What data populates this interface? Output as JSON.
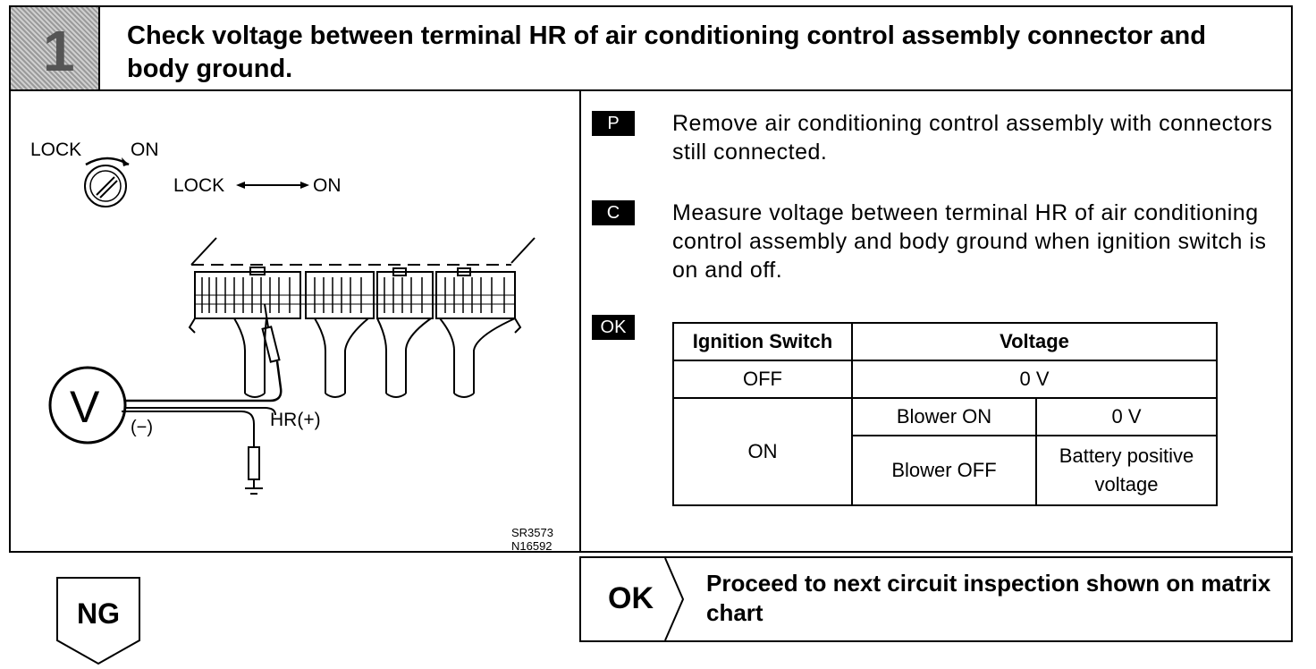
{
  "header": {
    "step_number": "1",
    "title": "Check voltage between terminal HR of air conditioning control assembly connector and body ground."
  },
  "diagram": {
    "lock_label": "LOCK",
    "on_label": "ON",
    "lock_label_2": "LOCK",
    "on_label_2": "ON",
    "meter_symbol": "V",
    "neg_label": "(−)",
    "hr_label": "HR(+)",
    "code_1": "SR3573",
    "code_2": "N16592"
  },
  "instructions": [
    {
      "tag": "P",
      "text": "Remove air conditioning control assembly with connectors still connected."
    },
    {
      "tag": "C",
      "text": "Measure voltage between terminal HR of air conditioning control assembly and body ground when ignition switch is on and off."
    },
    {
      "tag": "OK",
      "text": ""
    }
  ],
  "table": {
    "col_ignition": "Ignition Switch",
    "col_voltage": "Voltage",
    "off_label": "OFF",
    "off_value": "0 V",
    "on_label": "ON",
    "blower_on": "Blower ON",
    "blower_on_value": "0 V",
    "blower_off": "Blower OFF",
    "blower_off_value": "Battery positive voltage"
  },
  "results": {
    "ok_label": "OK",
    "ok_text": "Proceed to next circuit inspection shown on matrix chart",
    "ng_label": "NG"
  }
}
